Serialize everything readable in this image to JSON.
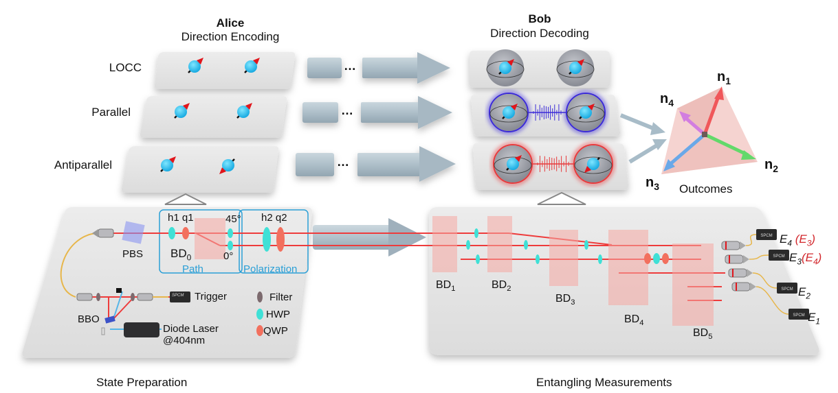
{
  "alice": {
    "name": "Alice",
    "subtitle": "Direction Encoding"
  },
  "bob": {
    "name": "Bob",
    "subtitle": "Direction Decoding"
  },
  "rows": [
    {
      "label": "LOCC",
      "alice_spins": [
        "up",
        "up"
      ],
      "bob_link": "none",
      "bob_glow": ""
    },
    {
      "label": "Parallel",
      "alice_spins": [
        "up",
        "up"
      ],
      "bob_link": "entangled",
      "bob_glow": "#3b2bd8"
    },
    {
      "label": "Antiparallel",
      "alice_spins": [
        "up",
        "down"
      ],
      "bob_link": "entangled",
      "bob_glow": "#e8393b"
    }
  ],
  "channel_ellipsis": "…",
  "outcomes": {
    "caption": "Outcomes",
    "vectors": [
      {
        "label": "n",
        "sub": "1",
        "color": "#f0575a"
      },
      {
        "label": "n",
        "sub": "2",
        "color": "#62d96a"
      },
      {
        "label": "n",
        "sub": "3",
        "color": "#6aa8e8"
      },
      {
        "label": "n",
        "sub": "4",
        "color": "#d27de0"
      }
    ]
  },
  "state_prep": {
    "caption": "State Preparation",
    "labels": {
      "pbs": "PBS",
      "h1q1": "h1 q1",
      "bd0": "BD",
      "bd0_sub": "0",
      "deg45": "45°",
      "deg0": "0°",
      "path": "Path",
      "h2q2": "h2 q2",
      "polarization": "Polarization",
      "trigger": "Trigger",
      "spcm": "SPCM",
      "bbo": "BBO",
      "laser_line1": "Diode Laser",
      "laser_line2": "@404nm"
    },
    "legend": [
      {
        "label": "Filter",
        "color": "#7c6a6e"
      },
      {
        "label": "HWP",
        "color": "#3fe0d6"
      },
      {
        "label": "QWP",
        "color": "#f2705e"
      }
    ]
  },
  "entangling": {
    "caption": "Entangling Measurements",
    "beam_displacers": [
      {
        "label": "BD",
        "sub": "1"
      },
      {
        "label": "BD",
        "sub": "2"
      },
      {
        "label": "BD",
        "sub": "3"
      },
      {
        "label": "BD",
        "sub": "4"
      },
      {
        "label": "BD",
        "sub": "5"
      }
    ],
    "detectors": [
      {
        "spcm": "SPCM",
        "label": "E",
        "sub": "4",
        "alt": "(E",
        "alt_sub": "3",
        "alt_end": ")"
      },
      {
        "spcm": "SPCM",
        "label": "E",
        "sub": "3",
        "alt": "(E",
        "alt_sub": "4",
        "alt_end": ")"
      },
      {
        "spcm": "SPCM",
        "label": "E",
        "sub": "2",
        "alt": "",
        "alt_sub": "",
        "alt_end": ""
      },
      {
        "spcm": "SPCM",
        "label": "E",
        "sub": "1",
        "alt": "",
        "alt_sub": "",
        "alt_end": ""
      }
    ],
    "alt_color": "#d2272c"
  }
}
